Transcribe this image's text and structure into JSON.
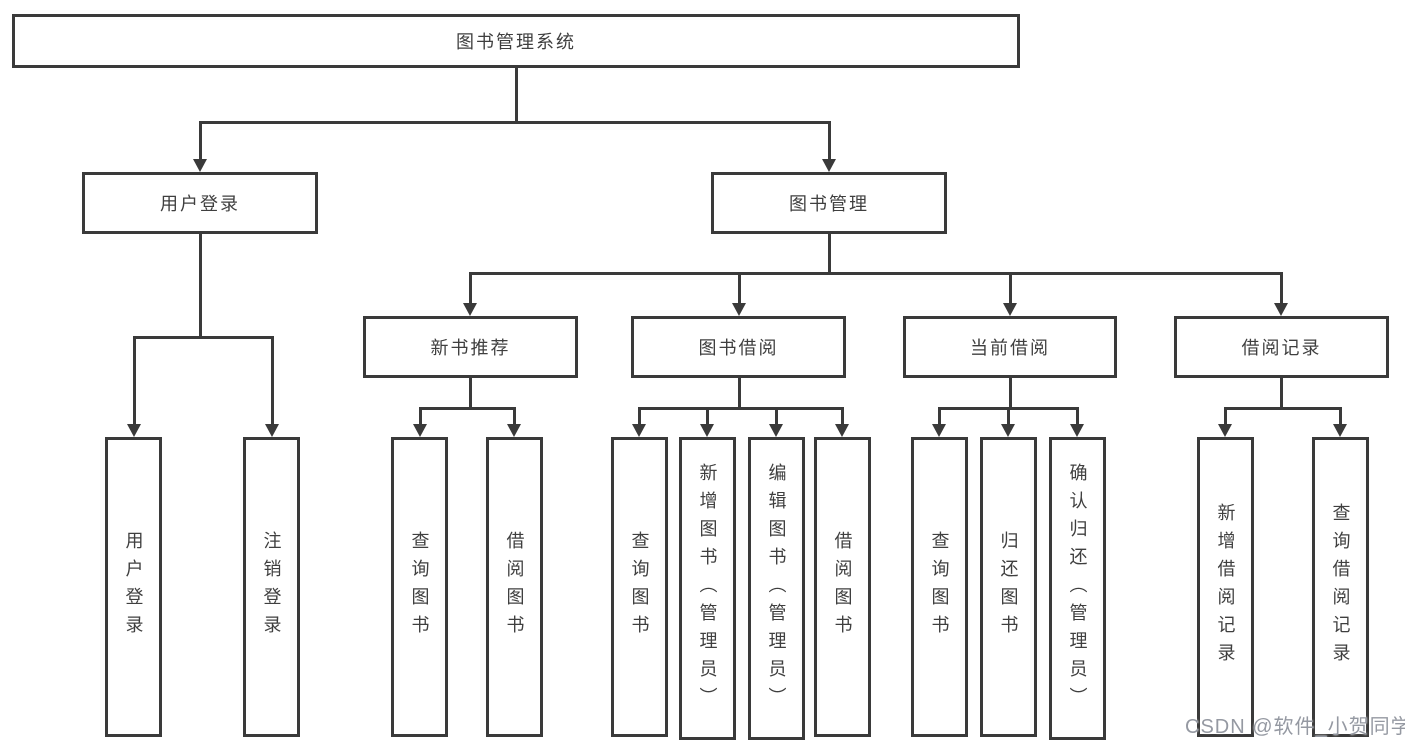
{
  "style": {
    "background": "#ffffff",
    "line_color": "#3a3a3a",
    "box_border_color": "#3a3a3a",
    "text_color": "#3f3f3f",
    "watermark_color": "#9599a2"
  },
  "diagram": {
    "root": {
      "label": "图书管理系统"
    },
    "level2": [
      {
        "label": "用户登录"
      },
      {
        "label": "图书管理"
      }
    ],
    "level3": [
      {
        "label": "新书推荐"
      },
      {
        "label": "图书借阅"
      },
      {
        "label": "当前借阅"
      },
      {
        "label": "借阅记录"
      }
    ],
    "leaves": {
      "user_login": [
        "用户登录",
        "注销登录"
      ],
      "new_book_recommend": [
        "查询图书",
        "借阅图书"
      ],
      "book_borrow": [
        "查询图书",
        "新增图书（管理员）",
        "编辑图书（管理员）",
        "借阅图书"
      ],
      "current_borrow": [
        "查询图书",
        "归还图书",
        "确认归还（管理员）"
      ],
      "borrow_records": [
        "新增借阅记录",
        "查询借阅记录"
      ]
    },
    "watermark": "CSDN @软件_小贺同学"
  }
}
